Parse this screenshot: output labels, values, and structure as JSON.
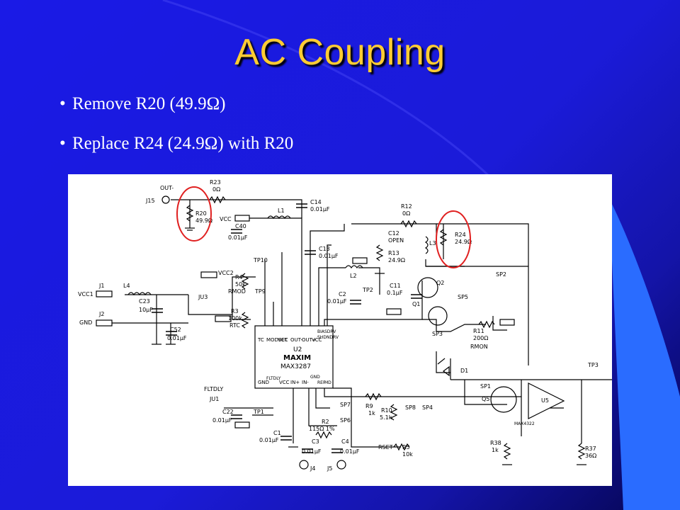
{
  "slide": {
    "title": "AC Coupling",
    "bullets": [
      "Remove R20 (49.9Ω)",
      "Replace R24 (24.9Ω) with R20"
    ]
  },
  "schematic": {
    "chip_brand": "MAXIM",
    "chip_part": "MAX3287",
    "chip_ref": "U2",
    "labels": {
      "j15": "J15",
      "out_minus": "OUT-",
      "r23": "R23",
      "r23v": "0Ω",
      "r20": "R20",
      "r20v": "49.9Ω",
      "c14": "C14",
      "c14v": "0.01μF",
      "vcc": "VCC",
      "l1": "L1",
      "c40": "C40",
      "c40v": "0.01μF",
      "r12": "R12",
      "r12v": "0Ω",
      "r24": "R24",
      "r24v": "24.9Ω",
      "c12": "C12",
      "c12v": "OPEN",
      "r13": "R13",
      "r13v": "24.9Ω",
      "l3": "L3",
      "sp2": "SP2",
      "c13": "C13",
      "c13v": "0.01μF",
      "l2": "L2",
      "tp10": "TP10",
      "vcc2": "VCC2",
      "r4": "R4",
      "r4v": "50k",
      "rmod": "RMOD",
      "tp9": "TP9",
      "ju3": "JU3",
      "j1": "J1",
      "vcc1": "VCC1",
      "l4": "L4",
      "c23": "C23",
      "c23v": "10μF",
      "j2": "J2",
      "gnd": "GND",
      "c52": "C52",
      "c52v": "0.01μF",
      "r3": "R3",
      "r3v": "100k",
      "rtc": "RTC",
      "c2": "C2",
      "c2v": "0.01μF",
      "tp2": "TP2",
      "c11": "C11",
      "c11v": "0.1μF",
      "q1": "Q1",
      "q2": "Q2",
      "sp5": "SP5",
      "sp3": "SP3",
      "r11": "R11",
      "r11v": "200Ω",
      "rmon": "RMON",
      "tp3": "TP3",
      "d1": "D1",
      "sp1": "SP1",
      "q5": "Q5",
      "u5": "U5",
      "max4322": "MAX4322",
      "fltdly": "FLTDLY",
      "ju1": "JU1",
      "c22": "C22",
      "c22v": "0.01μF",
      "tp1": "TP1",
      "c1": "C1",
      "c1v": "0.01μF",
      "r2": "R2",
      "r2v": "115Ω 1%",
      "sp7": "SP7",
      "r9": "R9",
      "r9v": "1k",
      "r10": "R10",
      "r10v": "5.1k",
      "sp8": "SP8",
      "sp4": "SP4",
      "sp6": "SP6",
      "c3": "C3",
      "c3v": "0.01μF",
      "c4": "C4",
      "c4v": "0.01μF",
      "rset": "RSET",
      "r5": "R5",
      "r5v": "10k",
      "j4": "J4",
      "j5": "J5",
      "r38": "R38",
      "r38v": "1k",
      "r37": "R37",
      "r37v": "36Ω"
    },
    "pins_top": [
      "TC",
      "MODSET",
      "VCC",
      "OUT-",
      "OUT+",
      "VCC",
      "BIASDRV",
      "SHDNDRV"
    ],
    "pins_bottom": [
      "GND",
      "FLTDLY",
      "VCC",
      "IN+",
      "IN-",
      "GND",
      "REF",
      "MD"
    ],
    "highlight_color": "#e02020"
  }
}
